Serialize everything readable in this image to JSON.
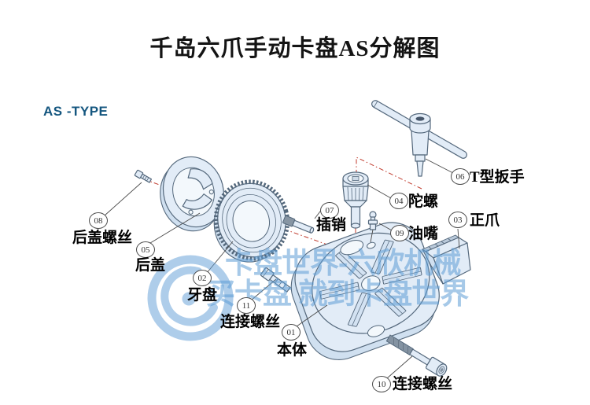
{
  "title": "千岛六爪手动卡盘AS分解图",
  "type_label": "AS -TYPE",
  "watermark": {
    "line1": "卡盘世界-六欣机械",
    "line2": "买卡盘 就到卡盘世界",
    "color": "#5d9cd6"
  },
  "colors": {
    "background": "#ffffff",
    "part_fill": "#e2ecf7",
    "part_stroke": "#54687c",
    "axis_red": "#c0392b",
    "type_label_blue": "#14567f",
    "label_text": "#000000"
  },
  "parts": [
    {
      "num": "08",
      "name": "后盖螺丝"
    },
    {
      "num": "05",
      "name": "后盖"
    },
    {
      "num": "02",
      "name": "牙盘"
    },
    {
      "num": "11",
      "name": "连接螺丝"
    },
    {
      "num": "01",
      "name": "本体"
    },
    {
      "num": "07",
      "name": "插销"
    },
    {
      "num": "04",
      "name": "陀螺"
    },
    {
      "num": "09",
      "name": "油嘴"
    },
    {
      "num": "06",
      "name": "T型扳手"
    },
    {
      "num": "03",
      "name": "正爪"
    },
    {
      "num": "10",
      "name": "连接螺丝"
    }
  ]
}
